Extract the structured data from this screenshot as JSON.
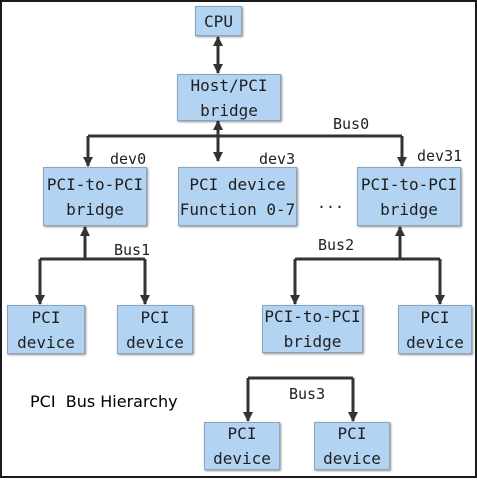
{
  "diagram": {
    "caption": "PCI  Bus Hierarchy",
    "nodes": {
      "cpu": {
        "line1": "CPU"
      },
      "host_bridge": {
        "line1": "Host/PCI",
        "line2": "bridge"
      },
      "bridge_dev0": {
        "line1": "PCI-to-PCI",
        "line2": "bridge"
      },
      "device_dev3": {
        "line1": "PCI device",
        "line2": "Function 0-7"
      },
      "bridge_dev31": {
        "line1": "PCI-to-PCI",
        "line2": "bridge"
      },
      "bus1_device_a": {
        "line1": "PCI",
        "line2": "device"
      },
      "bus1_device_b": {
        "line1": "PCI",
        "line2": "device"
      },
      "bridge_bus2": {
        "line1": "PCI-to-PCI",
        "line2": "bridge"
      },
      "bus2_device": {
        "line1": "PCI",
        "line2": "device"
      },
      "bus3_device_a": {
        "line1": "PCI",
        "line2": "device"
      },
      "bus3_device_b": {
        "line1": "PCI",
        "line2": "device"
      }
    },
    "labels": {
      "bus0": "Bus0",
      "bus1": "Bus1",
      "bus2": "Bus2",
      "bus3": "Bus3",
      "dev0": "dev0",
      "dev3": "dev3",
      "dev31": "dev31",
      "ellipsis": "..."
    }
  }
}
